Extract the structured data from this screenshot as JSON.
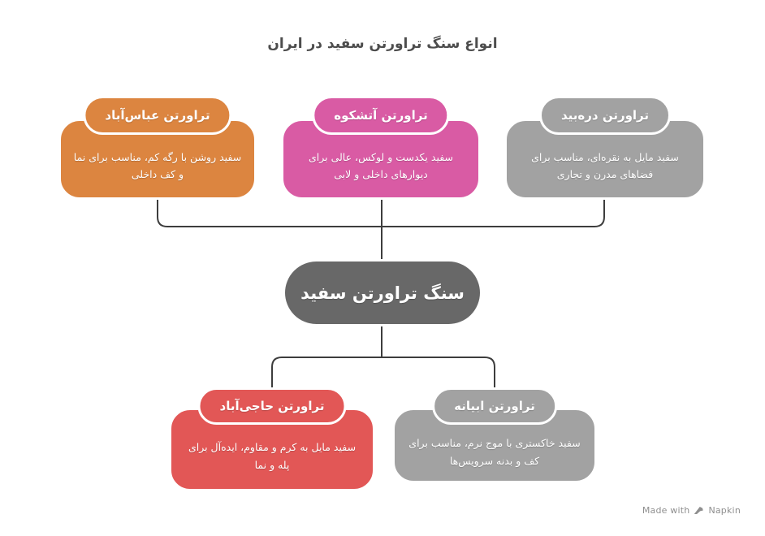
{
  "title": "انواع سنگ تراورتن سفید در ایران",
  "center": {
    "label": "سنگ تراورتن سفید",
    "color": "#686868"
  },
  "nodes": [
    {
      "id": "abbasabad",
      "title": "تراورتن عباس‌آباد",
      "desc": "سفید روشن با رگه کم، مناسب برای نما و کف داخلی",
      "color": "#DC8540"
    },
    {
      "id": "atashkooh",
      "title": "تراورتن آتشکوه",
      "desc": "سفید یکدست و لوکس، عالی برای دیوارهای داخلی و لابی",
      "color": "#D95BA4"
    },
    {
      "id": "darrehbid",
      "title": "تراورتن دره‌بید",
      "desc": "سفید مایل به نقره‌ای، مناسب برای فضاهای مدرن و تجاری",
      "color": "#A2A2A2"
    },
    {
      "id": "hajiabad",
      "title": "تراورتن حاجی‌آباد",
      "desc": "سفید مایل به کرم و مقاوم، ایده‌آل برای پله و نما",
      "color": "#E25756"
    },
    {
      "id": "abyaneh",
      "title": "تراورتن ابیانه",
      "desc": "سفید خاکستری با موج نرم، مناسب برای کف و بدنه سرویس‌ها",
      "color": "#A2A2A2"
    }
  ],
  "footer": {
    "made_with": "Made with",
    "brand": "Napkin"
  },
  "colors": {
    "background": "#ffffff",
    "connector": "#3d3d3d",
    "title_text": "#4d4d4d",
    "node_text": "#ffffff",
    "footer_text": "#8f8f8f"
  }
}
